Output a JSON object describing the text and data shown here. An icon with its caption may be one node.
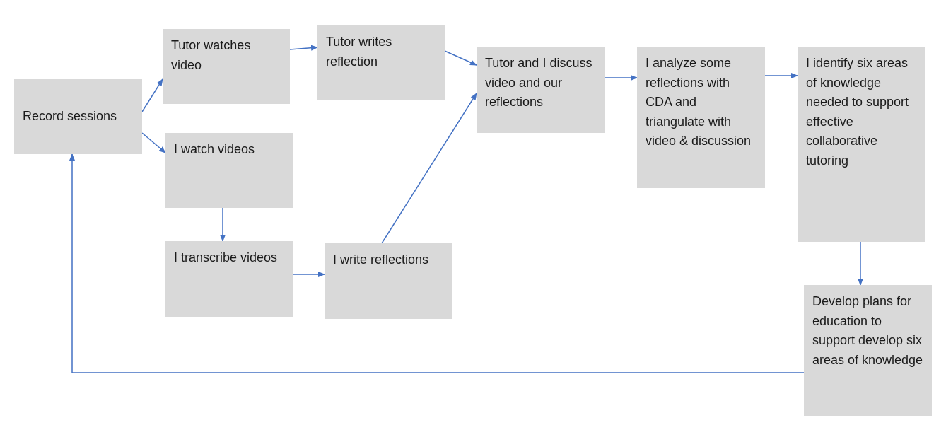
{
  "diagram": {
    "nodes": [
      {
        "text": [
          "Record sessions"
        ]
      },
      {
        "text": [
          "Tutor watches video"
        ]
      },
      {
        "text": [
          "Tutor writes reflection"
        ]
      },
      {
        "text": [
          "I watch videos"
        ]
      },
      {
        "text": [
          "I transcribe videos"
        ]
      },
      {
        "text": [
          "I write reflections"
        ]
      },
      {
        "text": [
          "Tutor and I discuss video and our reflections"
        ]
      },
      {
        "text": [
          "I analyze some reflections with CDA and triangulate with video & discussion"
        ]
      },
      {
        "text": [
          "I identify six areas of knowledge needed to support effective collaborative tutoring"
        ]
      },
      {
        "text": [
          "Develop plans for education to support develop six areas of knowledge"
        ]
      }
    ],
    "edges": [
      {
        "from": 0,
        "to": 1,
        "arrow": "to"
      },
      {
        "from": 0,
        "to": 3,
        "arrow": "to"
      },
      {
        "from": 1,
        "to": 2,
        "arrow": "to"
      },
      {
        "from": 2,
        "to": 6,
        "arrow": "to"
      },
      {
        "from": 3,
        "to": 4,
        "arrow": "to"
      },
      {
        "from": 4,
        "to": 5,
        "arrow": "to"
      },
      {
        "from": 5,
        "to": 6,
        "arrow": "to"
      },
      {
        "from": 6,
        "to": 7,
        "arrow": "to"
      },
      {
        "from": 7,
        "to": 8,
        "arrow": "to"
      },
      {
        "from": 8,
        "to": 9,
        "arrow": "to"
      },
      {
        "from": 9,
        "to": 0,
        "arrow": "to"
      }
    ]
  }
}
